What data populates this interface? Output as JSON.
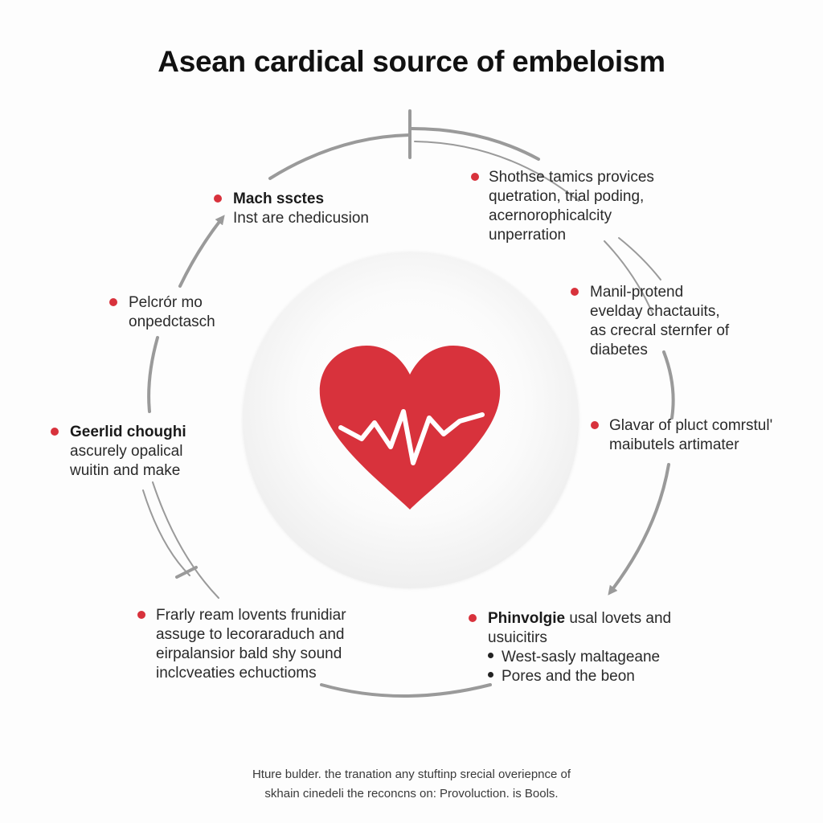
{
  "title": "Asean cardical source of embeloism",
  "center": {
    "icon": "heart-pulse-icon",
    "heart_color": "#d8323c"
  },
  "accent_color": "#d8323c",
  "ring_color": "#9a9a9a",
  "nodes": [
    {
      "id": "top-left",
      "heading": "Mach ssctes",
      "lines": [
        "Inst are chedicusion"
      ]
    },
    {
      "id": "top-right",
      "heading": "",
      "lines": [
        "Shothse tamics provices",
        "quetration, trial poding,",
        "acernorophicalcity",
        "unperration"
      ]
    },
    {
      "id": "left-upper",
      "heading": "",
      "lines": [
        "Pelcrór mo",
        "onpedctasch"
      ]
    },
    {
      "id": "right-upper",
      "heading": "",
      "lines": [
        "Manil-protend",
        "evelday chactauits,",
        "as crecral sternfer of",
        "diabetes"
      ]
    },
    {
      "id": "left-middle",
      "heading": "Geerlid choughi",
      "lines": [
        "ascurely opalical",
        "wuitin and make"
      ]
    },
    {
      "id": "right-middle",
      "heading": "",
      "lines": [
        "Glavar of pluct comrstul'",
        "maibutels artimater"
      ]
    },
    {
      "id": "bottom-left",
      "heading": "",
      "lines": [
        "Frarly ream lovents frunidiar",
        "assuge to lecoraraduch and",
        "eirpalansior bald shy sound",
        "inclcveaties echuctioms"
      ]
    },
    {
      "id": "bottom-right",
      "heading": "Phinvolgie",
      "heading_rest": " usal lovets and",
      "lines": [
        "usuicitirs"
      ],
      "bullets": [
        "West-sasly maltageane",
        "Pores and the beon"
      ]
    }
  ],
  "footer": {
    "line1": "Hture bulder. the tranation any stuftinp srecial overiepnce of",
    "line2": "skhain cinedeli the reconcns on: Provoluction. is Bools."
  }
}
